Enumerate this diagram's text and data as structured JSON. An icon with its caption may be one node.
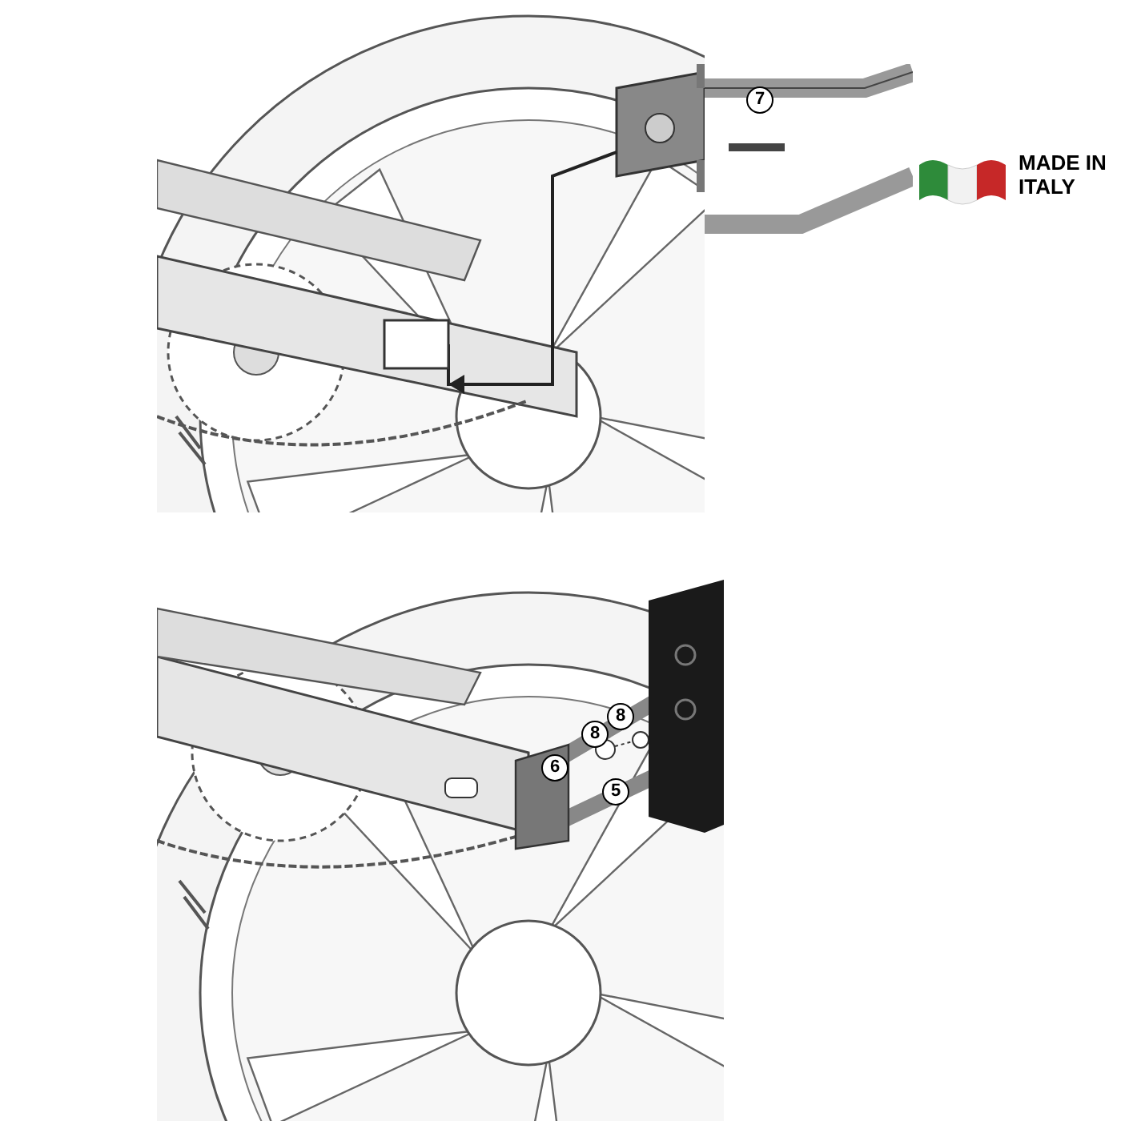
{
  "diagram": {
    "labels": [
      "7",
      "MADE IN ITALY",
      "8",
      "8",
      "6",
      "5"
    ]
  }
}
